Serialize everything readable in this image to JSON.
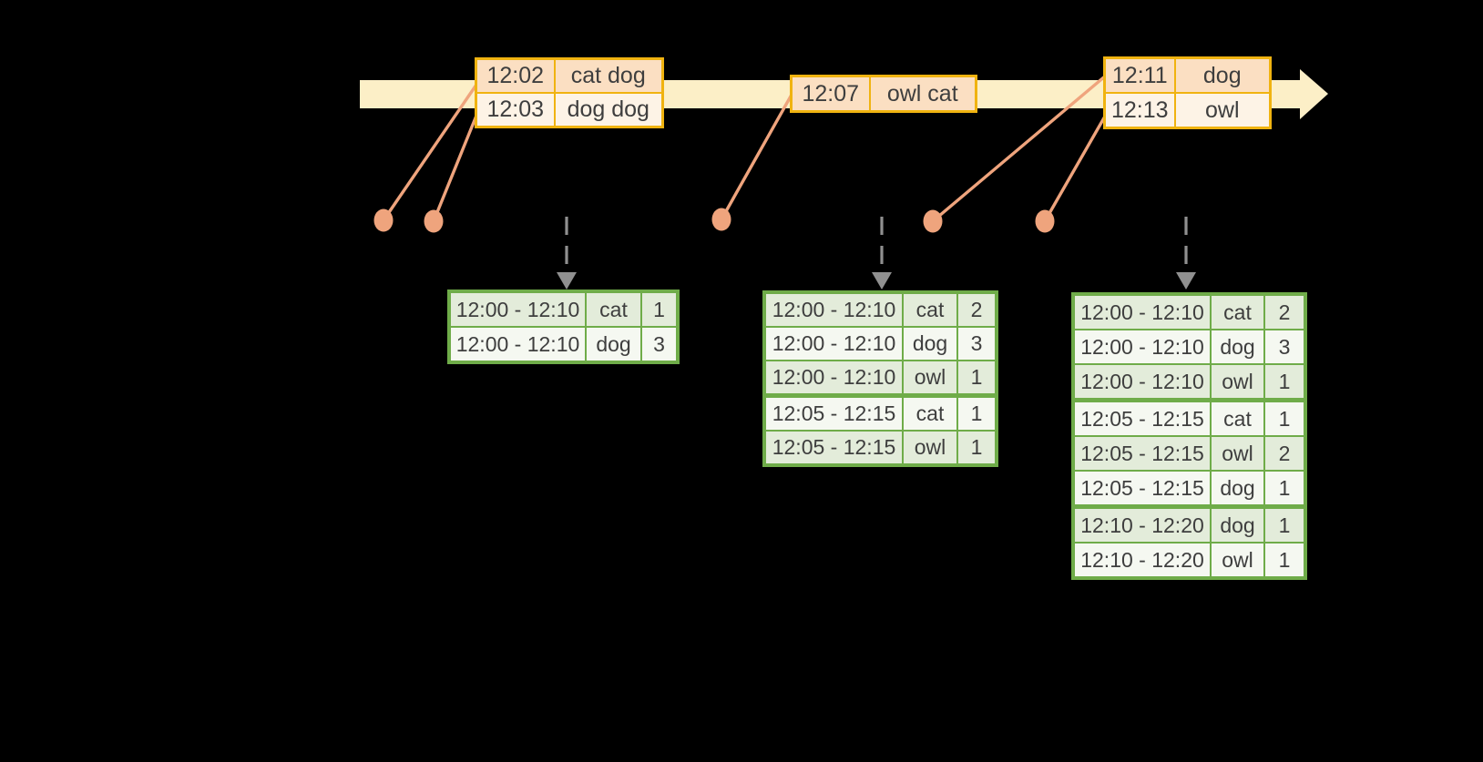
{
  "diagram": {
    "title": "windowed-grouped-aggregation-stream",
    "colors": {
      "background": "#000000",
      "timeline_fill": "#FCEFC7",
      "event_table_border": "#F0B310",
      "event_row_dark": "#FBDFC2",
      "event_row_light": "#FDF3E6",
      "leader_and_dots": "#EFA47D",
      "result_table_border": "#6FAC49",
      "result_row_green": "#E3ECDA",
      "result_row_light": "#F5F8F1",
      "trigger_arrow_gray": "#909090",
      "text": "#3E3E3E"
    },
    "shapes": {
      "timeline": "right-arrow-band",
      "event_markers": "five-dots-with-leader-lines",
      "trigger_arrows": "three-dashed-down-arrows"
    },
    "event_tables": [
      {
        "rows": [
          {
            "time": "12:02",
            "value": "cat dog"
          },
          {
            "time": "12:03",
            "value": "dog dog"
          }
        ]
      },
      {
        "rows": [
          {
            "time": "12:07",
            "value": "owl cat"
          }
        ]
      },
      {
        "rows": [
          {
            "time": "12:11",
            "value": "dog"
          },
          {
            "time": "12:13",
            "value": "owl"
          }
        ]
      }
    ],
    "result_tables": [
      {
        "rows": [
          {
            "window": "12:00 - 12:10",
            "word": "cat",
            "count": "1"
          },
          {
            "window": "12:00 - 12:10",
            "word": "dog",
            "count": "3"
          }
        ]
      },
      {
        "rows": [
          {
            "window": "12:00 - 12:10",
            "word": "cat",
            "count": "2"
          },
          {
            "window": "12:00 - 12:10",
            "word": "dog",
            "count": "3"
          },
          {
            "window": "12:00 - 12:10",
            "word": "owl",
            "count": "1"
          },
          {
            "window": "12:05 - 12:15",
            "word": "cat",
            "count": "1"
          },
          {
            "window": "12:05 - 12:15",
            "word": "owl",
            "count": "1"
          }
        ]
      },
      {
        "rows": [
          {
            "window": "12:00 - 12:10",
            "word": "cat",
            "count": "2"
          },
          {
            "window": "12:00 - 12:10",
            "word": "dog",
            "count": "3"
          },
          {
            "window": "12:00 - 12:10",
            "word": "owl",
            "count": "1"
          },
          {
            "window": "12:05 - 12:15",
            "word": "cat",
            "count": "1"
          },
          {
            "window": "12:05 - 12:15",
            "word": "owl",
            "count": "2"
          },
          {
            "window": "12:05 - 12:15",
            "word": "dog",
            "count": "1"
          },
          {
            "window": "12:10 - 12:20",
            "word": "dog",
            "count": "1"
          },
          {
            "window": "12:10 - 12:20",
            "word": "owl",
            "count": "1"
          }
        ]
      }
    ]
  }
}
